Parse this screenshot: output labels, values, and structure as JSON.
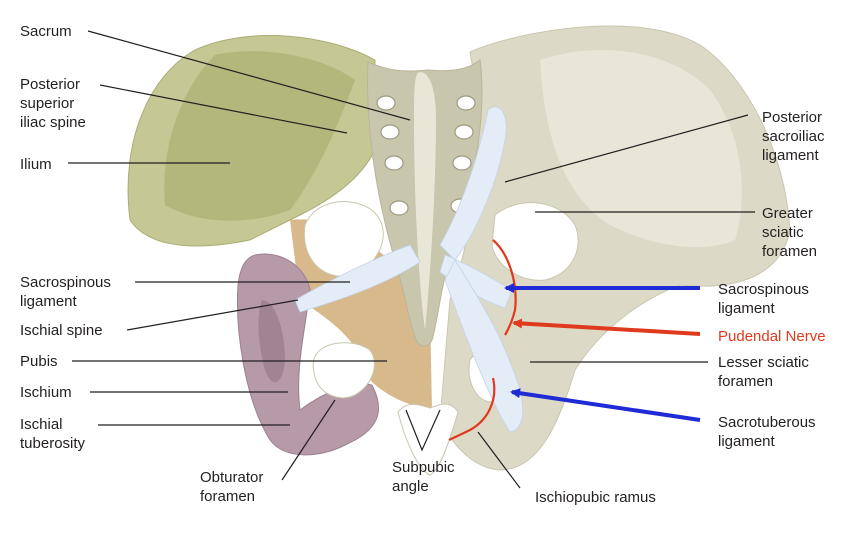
{
  "colors": {
    "ilium": "#c5c794",
    "ilium_shade": "#b3b77c",
    "bone": "#dcdac6",
    "bone_light": "#e8e6d6",
    "bone_dark": "#c9c6ae",
    "pubis": "#d8b98b",
    "ischium": "#b69aa8",
    "ischium_dark": "#a08494",
    "ligament": "#e4edf7",
    "leader": "#231f20",
    "arrow_blue": "#1f2bd6",
    "arrow_red": "#e03a1e",
    "nerve": "#e03a1e"
  },
  "labels": {
    "sacrum": "Sacrum",
    "psis": "Posterior\nsuperior\niliac spine",
    "ilium": "Ilium",
    "sacrospinous_left": "Sacrospinous\nligament",
    "ischial_spine": "Ischial spine",
    "pubis": "Pubis",
    "ischium": "Ischium",
    "ischial_tuberosity": "Ischial\ntuberosity",
    "obturator_foramen": "Obturator\nforamen",
    "subpubic_angle": "Subpubic\nangle",
    "ischiopubic_ramus": "Ischiopubic ramus",
    "posterior_sacroiliac": "Posterior\nsacroiliac\nligament",
    "greater_sciatic": "Greater\nsciatic\nforamen",
    "sacrospinous_right": "Sacrospinous\nligament",
    "pudendal_nerve": "Pudendal Nerve",
    "lesser_sciatic": "Lesser sciatic\nforamen",
    "sacrotuberous": "Sacrotuberous\nligament"
  }
}
